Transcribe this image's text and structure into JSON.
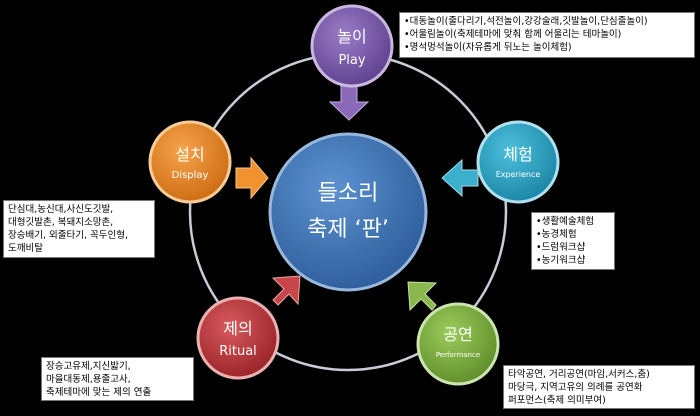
{
  "center": {
    "line1": "들소리",
    "line2": "축제 ‘판’"
  },
  "nodes": [
    {
      "id": "play",
      "title": "놀이",
      "subtitle": "Play",
      "color": "#7a5aa8"
    },
    {
      "id": "experience",
      "title": "체험",
      "subtitle": "Experience",
      "color": "#2aa0c0"
    },
    {
      "id": "performance",
      "title": "공연",
      "subtitle": "Performance",
      "color": "#7aa83c"
    },
    {
      "id": "ritual",
      "title": "제의",
      "subtitle": "Ritual",
      "color": "#b8363a"
    },
    {
      "id": "display",
      "title": "설치",
      "subtitle": "Display",
      "color": "#e8821e"
    }
  ],
  "notes": {
    "play": [
      "•대동놀이(줄다리기,석전놀이,강강술래,깃발놀이,단심줄놀이)",
      "•어울림놀이(축제테마에 맞춰 함께 어울리는 테마놀이)",
      "•명석멍석놀이(자유롭게 뒤노는 놀이체험)"
    ],
    "experience": [
      "•생활예술체험",
      "•농경체험",
      "•드럼워크샵",
      "•농기워크샵"
    ],
    "performance": [
      "타악공연, 거리공연(마임,서커스,춤)",
      "마당극, 지역고유의 의례를 공연화",
      "퍼포먼스(축제 의미부여)"
    ],
    "ritual": [
      "장승고유제,지신밟기,",
      "마을대동제,용줄고사,",
      "축제테마에 맞는 제의 연출"
    ],
    "display": [
      "단심대,농신대,사신도깃발,",
      "대형깃발촌, 복돼지소망촌,",
      "장승배기, 외줄타기, 꼭두인형,",
      "도깨비탈"
    ]
  },
  "colors": {
    "center": "#3a6fb0",
    "ring": "#c8ccd6",
    "arrow_play": "#8a6ab8",
    "arrow_experience": "#3ab0cc",
    "arrow_performance": "#8ab84c",
    "arrow_ritual": "#c8464a",
    "arrow_display": "#f0922e"
  }
}
